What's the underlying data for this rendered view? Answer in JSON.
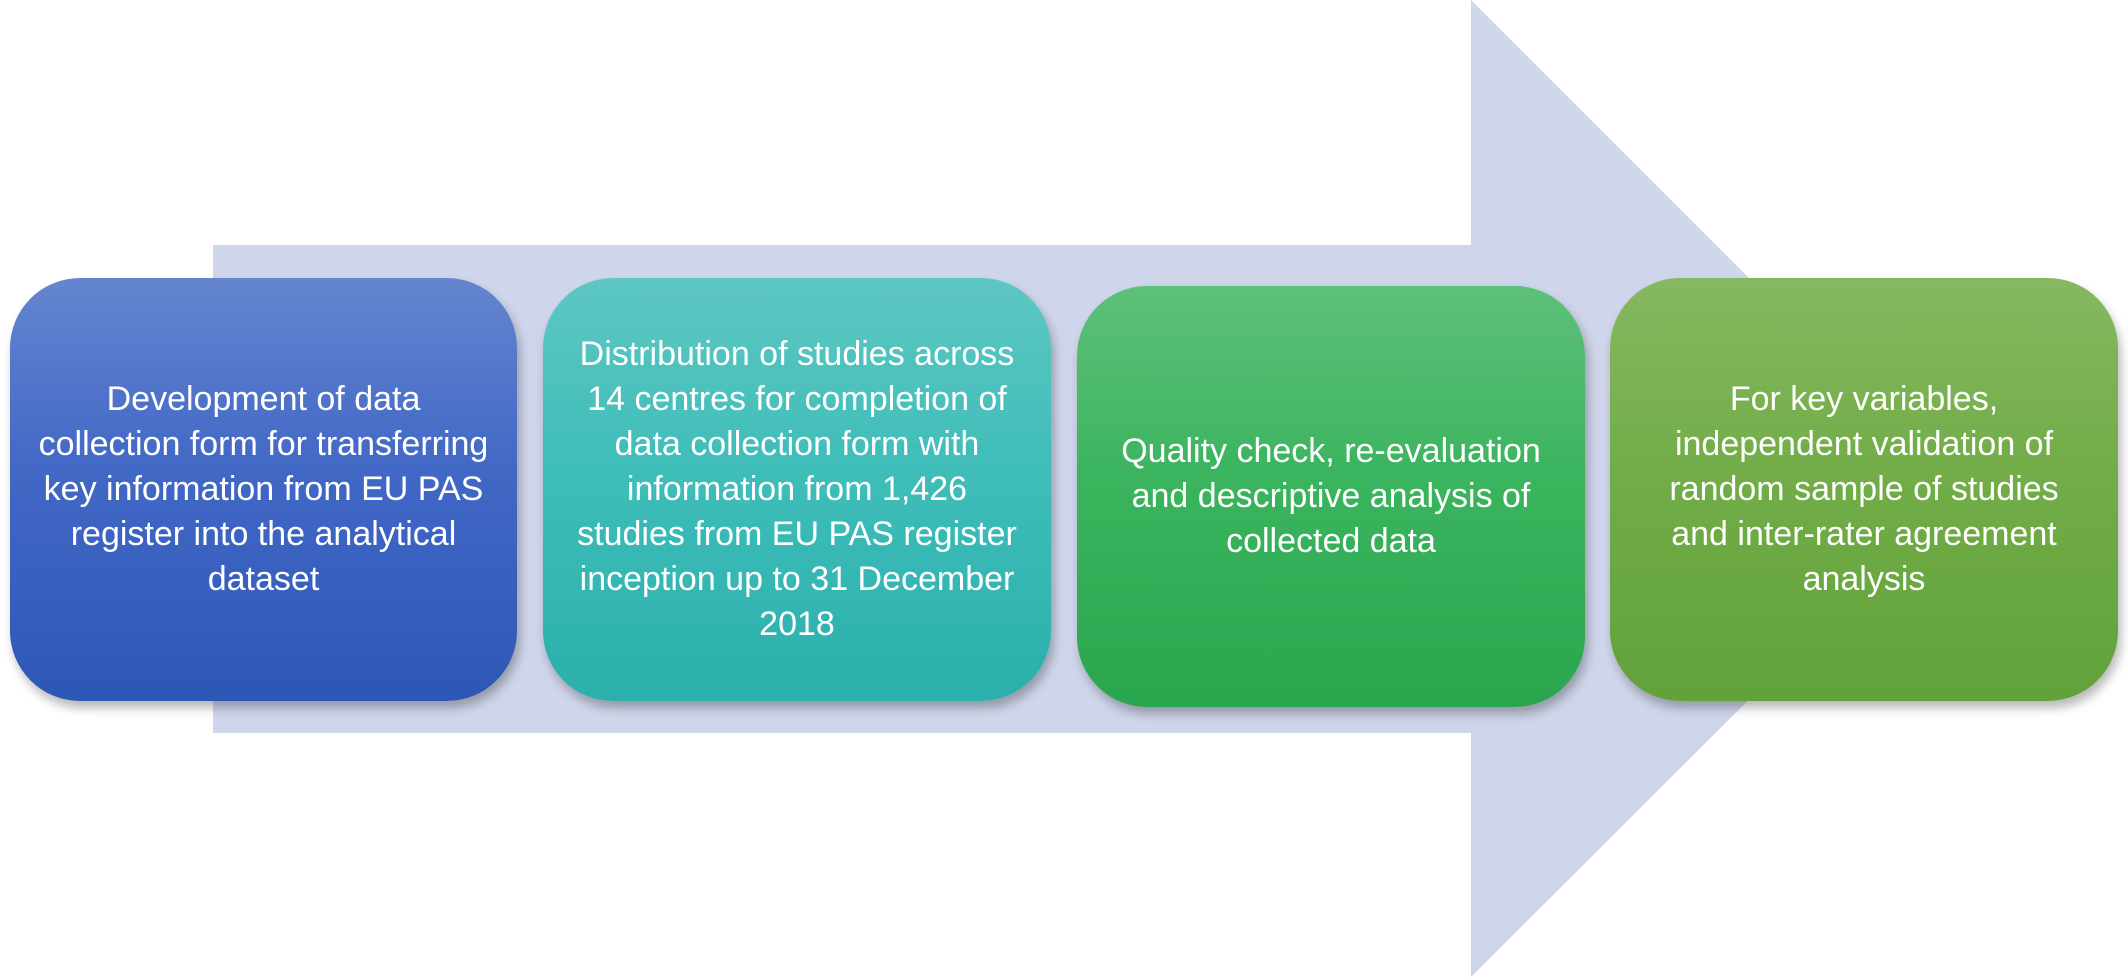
{
  "colors": {
    "arrow": "#cfd5ea",
    "step_1": "#4268c6",
    "step_2": "#3fbdb9",
    "step_3": "#3bb45e",
    "step_4": "#72ad48",
    "text": "#ffffff"
  },
  "steps": [
    {
      "text": "Development of data collection form for transferring key information from EU PAS register into the analytical dataset"
    },
    {
      "text": "Distribution of studies across 14 centres for completion of data collection form with information from 1,426 studies from EU PAS register inception up to 31 December 2018"
    },
    {
      "text": "Quality check, re-evaluation and descriptive analysis of collected data"
    },
    {
      "text": "For key variables, independent validation of random sample of studies and inter-rater agreement analysis"
    }
  ]
}
